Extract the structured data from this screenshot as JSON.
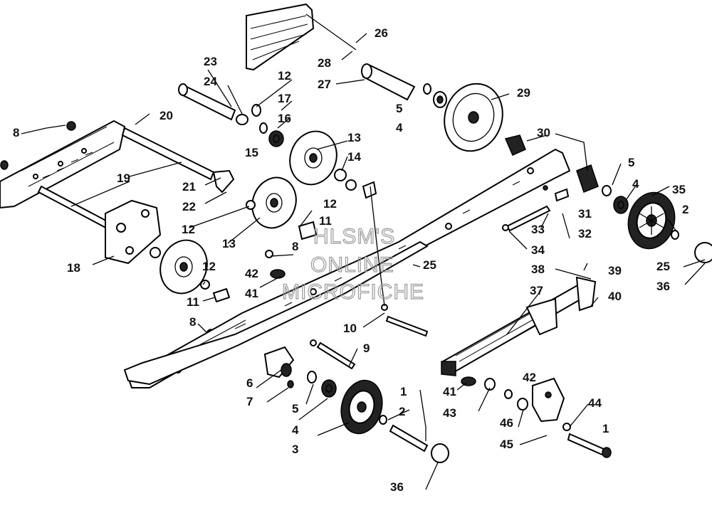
{
  "watermark": {
    "line1": "HLSM'S",
    "line2": "ONLINE",
    "line3": "MICROFICHE"
  },
  "callouts": [
    {
      "id": "c1a",
      "text": "1"
    },
    {
      "id": "c1b",
      "text": "1"
    },
    {
      "id": "c2a",
      "text": "2"
    },
    {
      "id": "c2b",
      "text": "2"
    },
    {
      "id": "c3",
      "text": "3"
    },
    {
      "id": "c4a",
      "text": "4"
    },
    {
      "id": "c4b",
      "text": "4"
    },
    {
      "id": "c4c",
      "text": "4"
    },
    {
      "id": "c5a",
      "text": "5"
    },
    {
      "id": "c5b",
      "text": "5"
    },
    {
      "id": "c5c",
      "text": "5"
    },
    {
      "id": "c6",
      "text": "6"
    },
    {
      "id": "c7",
      "text": "7"
    },
    {
      "id": "c8a",
      "text": "8"
    },
    {
      "id": "c8b",
      "text": "8"
    },
    {
      "id": "c8c",
      "text": "8"
    },
    {
      "id": "c9",
      "text": "9"
    },
    {
      "id": "c10",
      "text": "10"
    },
    {
      "id": "c11a",
      "text": "11"
    },
    {
      "id": "c11b",
      "text": "11"
    },
    {
      "id": "c12a",
      "text": "12"
    },
    {
      "id": "c12b",
      "text": "12"
    },
    {
      "id": "c12c",
      "text": "12"
    },
    {
      "id": "c12d",
      "text": "12"
    },
    {
      "id": "c13a",
      "text": "13"
    },
    {
      "id": "c13b",
      "text": "13"
    },
    {
      "id": "c14",
      "text": "14"
    },
    {
      "id": "c15",
      "text": "15"
    },
    {
      "id": "c16",
      "text": "16"
    },
    {
      "id": "c17",
      "text": "17"
    },
    {
      "id": "c18",
      "text": "18"
    },
    {
      "id": "c19",
      "text": "19"
    },
    {
      "id": "c20",
      "text": "20"
    },
    {
      "id": "c21",
      "text": "21"
    },
    {
      "id": "c22",
      "text": "22"
    },
    {
      "id": "c23",
      "text": "23"
    },
    {
      "id": "c24",
      "text": "24"
    },
    {
      "id": "c25a",
      "text": "25"
    },
    {
      "id": "c25b",
      "text": "25"
    },
    {
      "id": "c26",
      "text": "26"
    },
    {
      "id": "c27",
      "text": "27"
    },
    {
      "id": "c28",
      "text": "28"
    },
    {
      "id": "c29",
      "text": "29"
    },
    {
      "id": "c30",
      "text": "30"
    },
    {
      "id": "c31",
      "text": "31"
    },
    {
      "id": "c32",
      "text": "32"
    },
    {
      "id": "c33",
      "text": "33"
    },
    {
      "id": "c34",
      "text": "34"
    },
    {
      "id": "c35",
      "text": "35"
    },
    {
      "id": "c36a",
      "text": "36"
    },
    {
      "id": "c36b",
      "text": "36"
    },
    {
      "id": "c37",
      "text": "37"
    },
    {
      "id": "c38",
      "text": "38"
    },
    {
      "id": "c39",
      "text": "39"
    },
    {
      "id": "c40",
      "text": "40"
    },
    {
      "id": "c41a",
      "text": "41"
    },
    {
      "id": "c41b",
      "text": "41"
    },
    {
      "id": "c42a",
      "text": "42"
    },
    {
      "id": "c42b",
      "text": "42"
    },
    {
      "id": "c43",
      "text": "43"
    },
    {
      "id": "c44",
      "text": "44"
    },
    {
      "id": "c45",
      "text": "45"
    },
    {
      "id": "c46",
      "text": "46"
    }
  ]
}
